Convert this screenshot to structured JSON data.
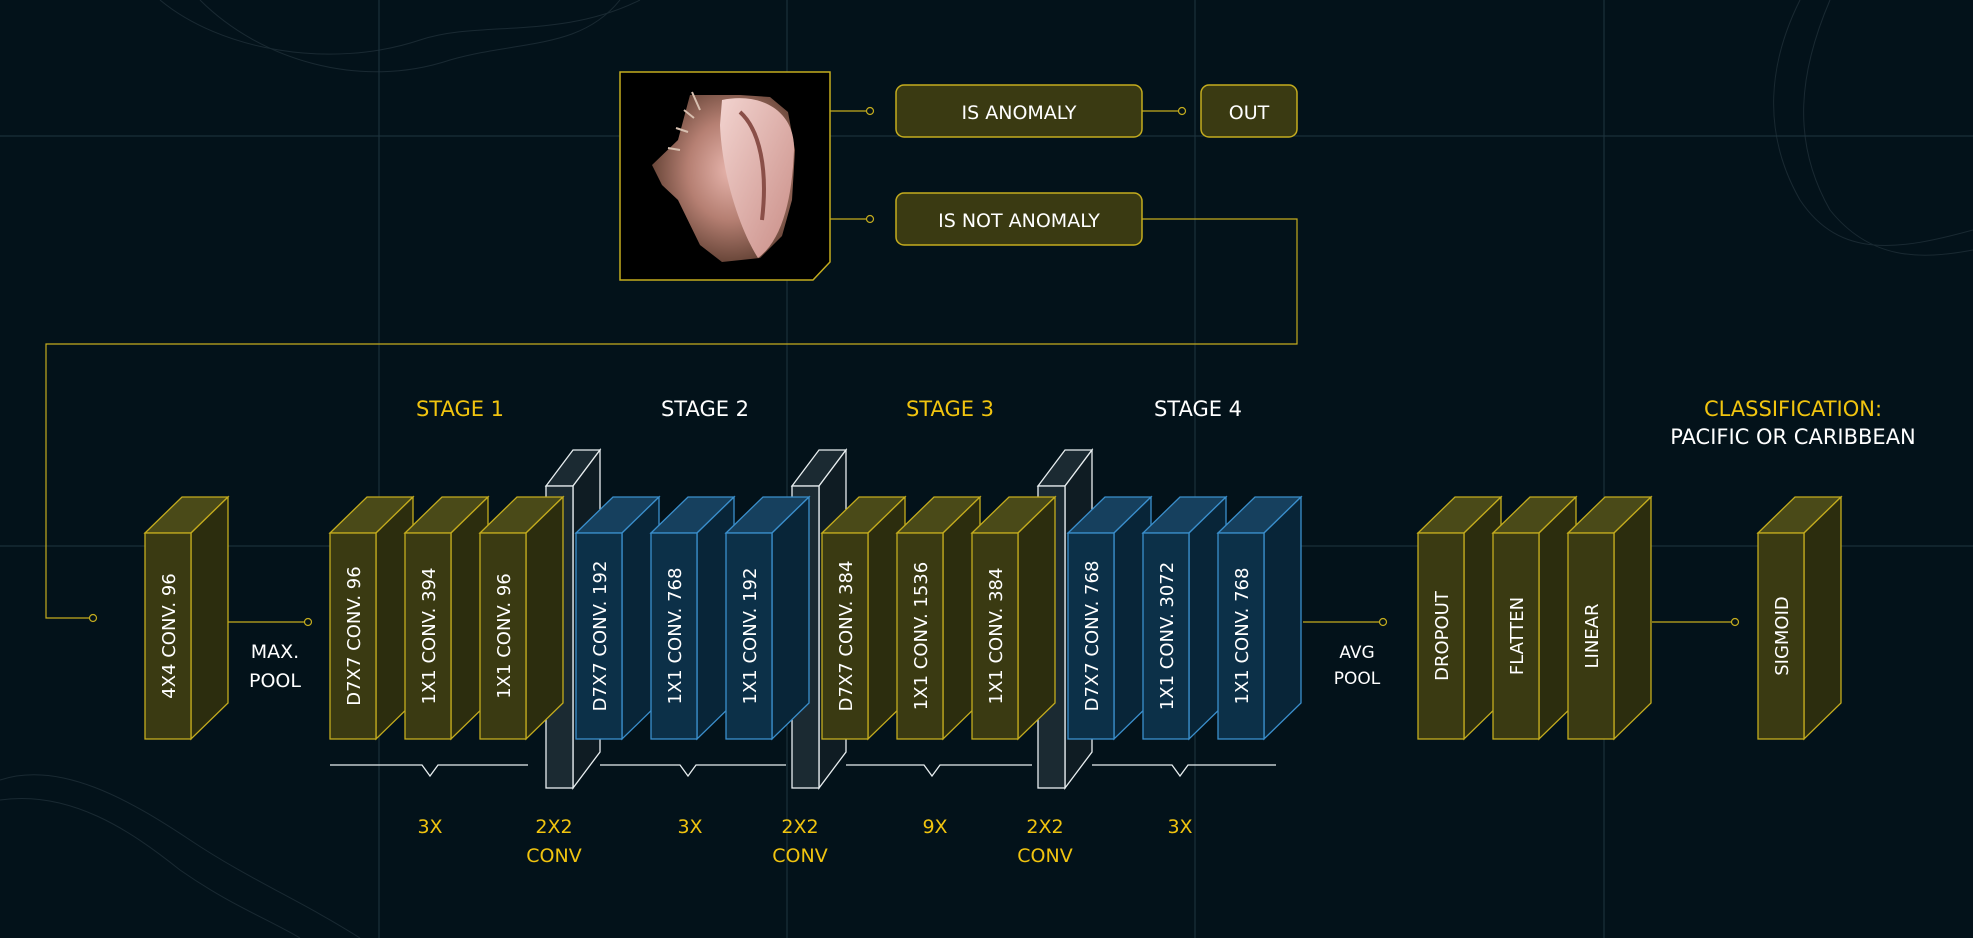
{
  "decision": {
    "is_anomaly": "IS ANOMALY",
    "is_not_anomaly": "IS NOT ANOMALY",
    "out": "OUT"
  },
  "stages": {
    "stage1": "STAGE 1",
    "stage2": "STAGE 2",
    "stage3": "STAGE 3",
    "stage4": "STAGE 4"
  },
  "classification": {
    "title": "CLASSIFICATION:",
    "subtitle": "PACIFIC OR CARIBBEAN"
  },
  "blocks": {
    "stem": "4X4 CONV. 96",
    "s1a": "D7X7 CONV. 96",
    "s1b": "1X1 CONV. 394",
    "s1c": "1X1 CONV. 96",
    "s2a": "D7X7 CONV. 192",
    "s2b": "1X1 CONV. 768",
    "s2c": "1X1 CONV. 192",
    "s3a": "D7X7 CONV. 384",
    "s3b": "1X1 CONV. 1536",
    "s3c": "1X1 CONV. 384",
    "s4a": "D7X7 CONV. 768",
    "s4b": "1X1 CONV. 3072",
    "s4c": "1X1 CONV. 768",
    "dropout": "DROPOUT",
    "flatten": "FLATTEN",
    "linear": "LINEAR",
    "sigmoid": "SIGMOID"
  },
  "labels": {
    "maxpool1": "MAX.",
    "maxpool2": "POOL",
    "avgpool1": "AVG",
    "avgpool2": "POOL",
    "rep1": "3X",
    "rep2": "3X",
    "rep3": "9X",
    "rep4": "3X",
    "down_a": "2X2",
    "down_b": "CONV"
  },
  "colors": {
    "background": "#03121a",
    "gold": "#f1c40f",
    "olive_fill": "#3a3a12",
    "olive_stroke": "#c4ac1e",
    "blue_fill": "#0c3048",
    "blue_stroke": "#3b8fcc",
    "white": "#ffffff"
  }
}
